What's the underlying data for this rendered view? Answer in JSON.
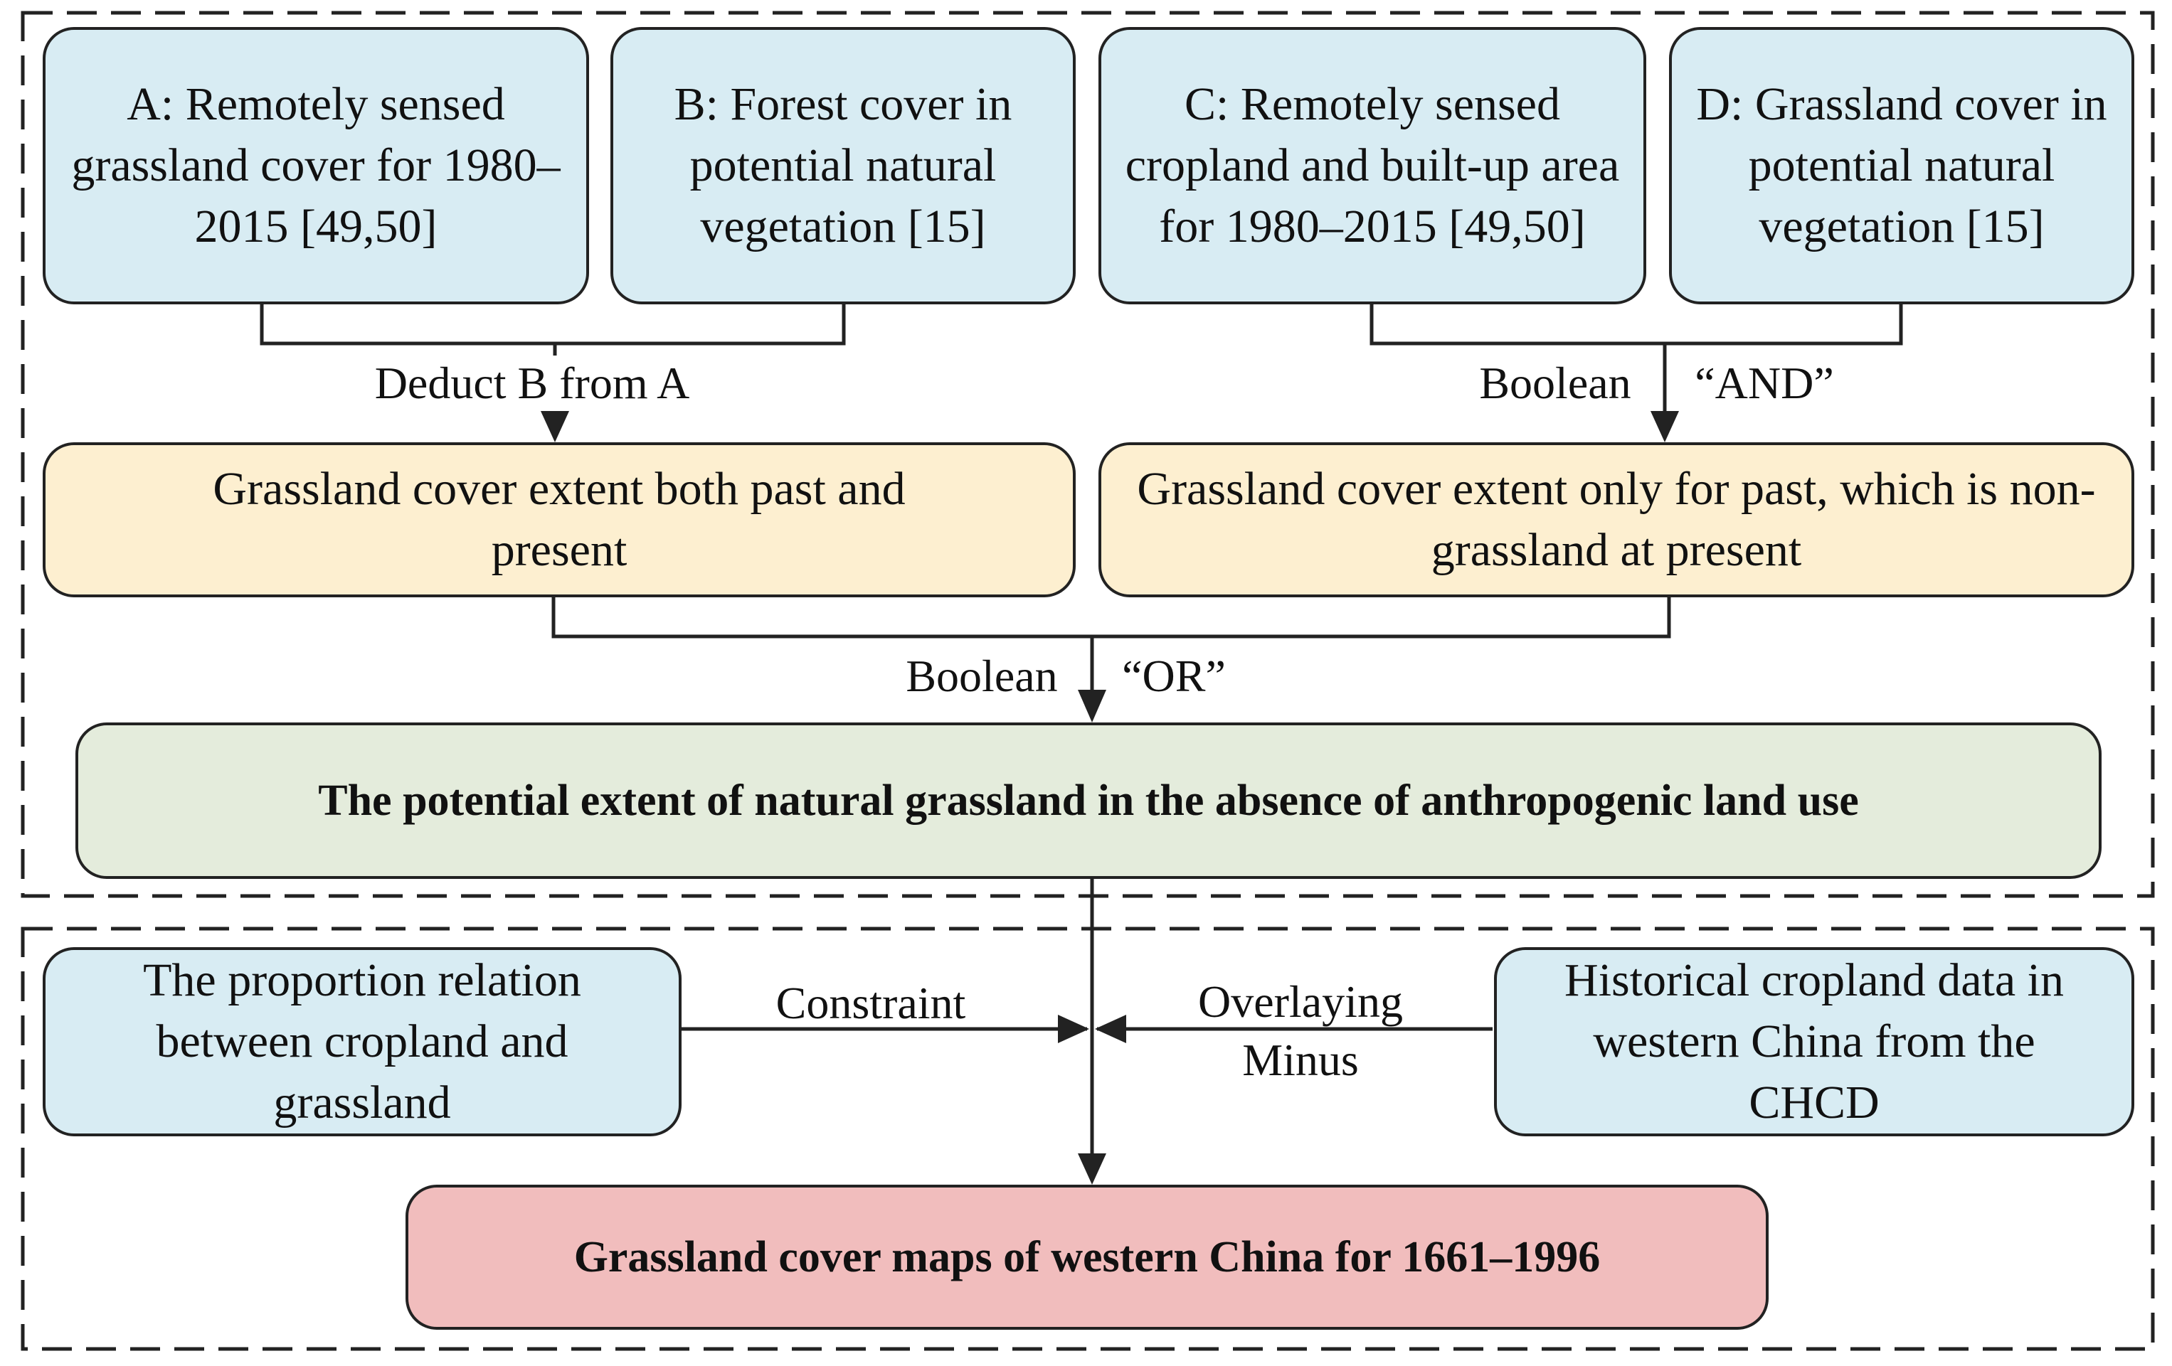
{
  "colors": {
    "input_box": "#d8ecf3",
    "intermediate_box": "#fdefd0",
    "potential_box": "#e4ecdc",
    "output_box": "#f1bdbd",
    "line": "#222222"
  },
  "boxes": {
    "a": "A: Remotely sensed grassland cover for 1980–2015 [49,50]",
    "b": "B: Forest cover in potential natural vegetation [15]",
    "c": "C: Remotely sensed cropland and built-up area for 1980–2015 [49,50]",
    "d": "D: Grassland cover in potential natural vegetation [15]",
    "past_and_present": "Grassland cover extent both past and present",
    "past_only": "Grassland cover extent only for past, which is non-grassland at present",
    "potential_extent": "The potential  extent of natural grassland in the absence of anthropogenic land use",
    "proportion": "The proportion relation between cropland and grassland",
    "historical": "Historical cropland data in western China from the CHCD",
    "output": "Grassland cover maps of western China for 1661–1996"
  },
  "operations": {
    "deduct": "Deduct B from A",
    "boolean_and_1": "Boolean",
    "boolean_and_2": "“AND”",
    "boolean_or_1": "Boolean",
    "boolean_or_2": "“OR”",
    "constraint": "Constraint",
    "overlaying": "Overlaying",
    "minus": "Minus"
  }
}
